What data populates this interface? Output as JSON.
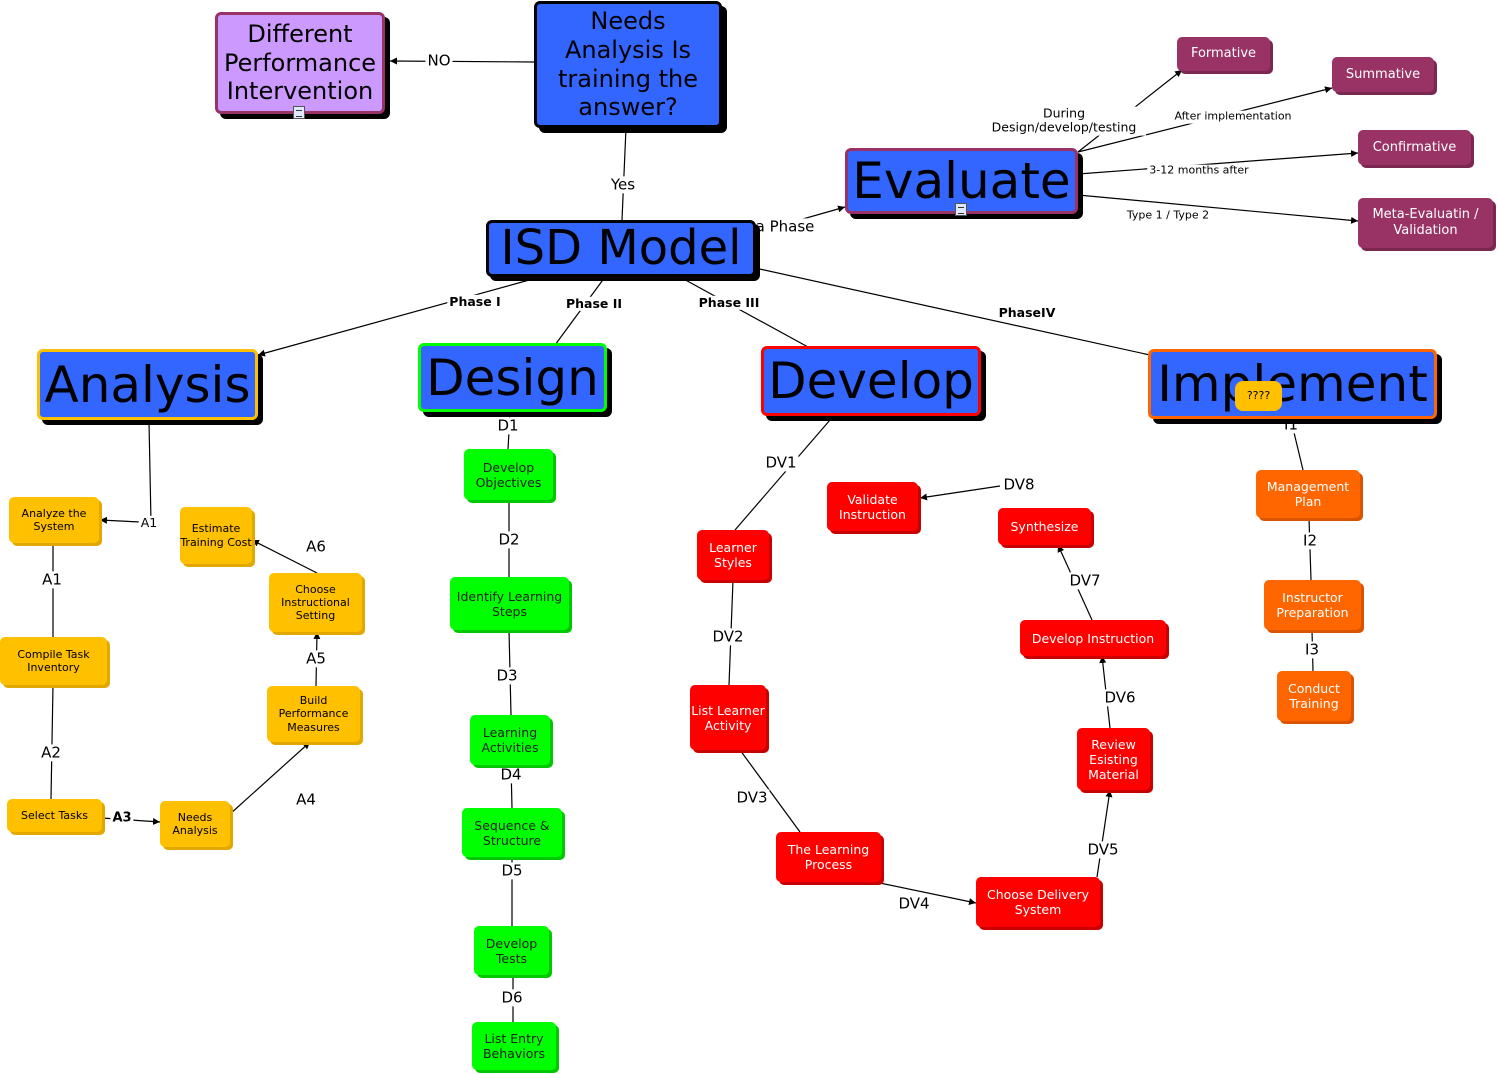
{
  "nodes": {
    "isd_model": "ISD Model",
    "needs_analysis_top": "Needs Analysis Is training the answer?",
    "different_performance": "Different Performance Intervention",
    "evaluate": "Evaluate",
    "analysis": "Analysis",
    "design": "Design",
    "develop": "Develop",
    "implement": "Implement",
    "question_note": "????",
    "formative": "Formative",
    "summative": "Summative",
    "confirmative": "Confirmative",
    "meta_evaluation": "Meta-Evaluatin / Validation",
    "analyze_system": "Analyze the System",
    "compile_task_inventory": "Compile Task Inventory",
    "select_tasks": "Select Tasks",
    "needs_analysis": "Needs Analysis",
    "build_performance_measures": "Build Performance Measures",
    "choose_instructional_setting": "Choose Instructional Setting",
    "estimate_training_cost": "Estimate Training Cost",
    "develop_objectives": "Develop Objectives",
    "identify_learning_steps": "Identify Learning Steps",
    "learning_activities": "Learning Activities",
    "sequence_structure": "Sequence & Structure",
    "develop_tests": "Develop Tests",
    "list_entry_behaviors": "List Entry Behaviors",
    "learner_styles": "Learner Styles",
    "list_learner_activity": "List Learner Activity",
    "learning_process": "The Learning Process",
    "choose_delivery_system": "Choose Delivery System",
    "review_existing_material": "Review Esisting Material",
    "develop_instruction": "Develop Instruction",
    "synthesize": "Synthesize",
    "validate_instruction": "Validate Instruction",
    "management_plan": "Management Plan",
    "instructor_preparation": "Instructor Preparation",
    "conduct_training": "Conduct Training"
  },
  "links": {
    "no": "NO",
    "yes": "Yes",
    "phase_i": "Phase I",
    "phase_ii": "Phase II",
    "phase_iii": "Phase III",
    "phase_iv": "PhaseIV",
    "all_phase": "a Phase",
    "during": "During Design/develop/testing",
    "after_implementation": "After implementation",
    "months_after": "3-12 months after",
    "type12": "Type 1 / Type 2",
    "a1": "A1",
    "a1b": "A1",
    "a2": "A2",
    "a3": "A3",
    "a4": "A4",
    "a5": "A5",
    "a6": "A6",
    "d1": "D1",
    "d2": "D2",
    "d3": "D3",
    "d4": "D4",
    "d5": "D5",
    "d6": "D6",
    "dv1": "DV1",
    "dv2": "DV2",
    "dv3": "DV3",
    "dv4": "DV4",
    "dv5": "DV5",
    "dv6": "DV6",
    "dv7": "DV7",
    "dv8": "DV8",
    "i1": "I1",
    "i2": "I2",
    "i3": "I3"
  },
  "colors": {
    "core_blue": "#3366ff",
    "analysis_border": "#ffc000",
    "design_border": "#00ff00",
    "develop_border": "#ff0000",
    "implement_border": "#ff6600",
    "evaluate_border": "#993366",
    "intervention_fill": "#cc99ff"
  }
}
